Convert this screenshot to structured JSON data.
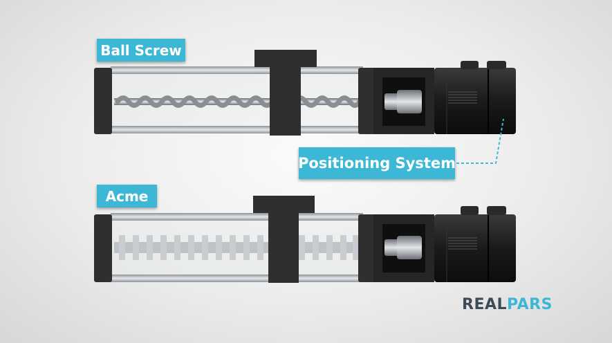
{
  "labels": {
    "ball_screw": "Ball Screw",
    "acme": "Acme",
    "positioning_system": "Positioning System"
  },
  "logo": {
    "part1": "REAL",
    "part2": "PARS"
  },
  "colors": {
    "accent": "#3cb8d6",
    "frame": "#2f2f2f",
    "rail": "#b9bec3",
    "motor": "#1e1e1e",
    "logo_dark": "#3e4a57"
  }
}
